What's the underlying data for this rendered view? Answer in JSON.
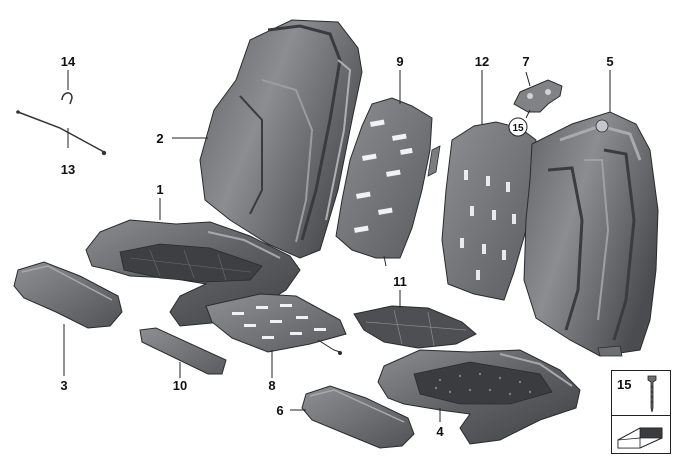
{
  "diagram": {
    "part_labels": [
      "1",
      "2",
      "3",
      "4",
      "5",
      "6",
      "7",
      "8",
      "9",
      "10",
      "11",
      "12",
      "13",
      "14"
    ],
    "circled_callout": "15",
    "legend": {
      "number": "15",
      "icon": "screw-icon",
      "footer_icon": "wedge-icon"
    },
    "colors": {
      "leather": "#5f6164",
      "leather_dark": "#45474a",
      "foam": "#6f7174",
      "panel": "#7a7c7f",
      "line": "#222222"
    }
  }
}
